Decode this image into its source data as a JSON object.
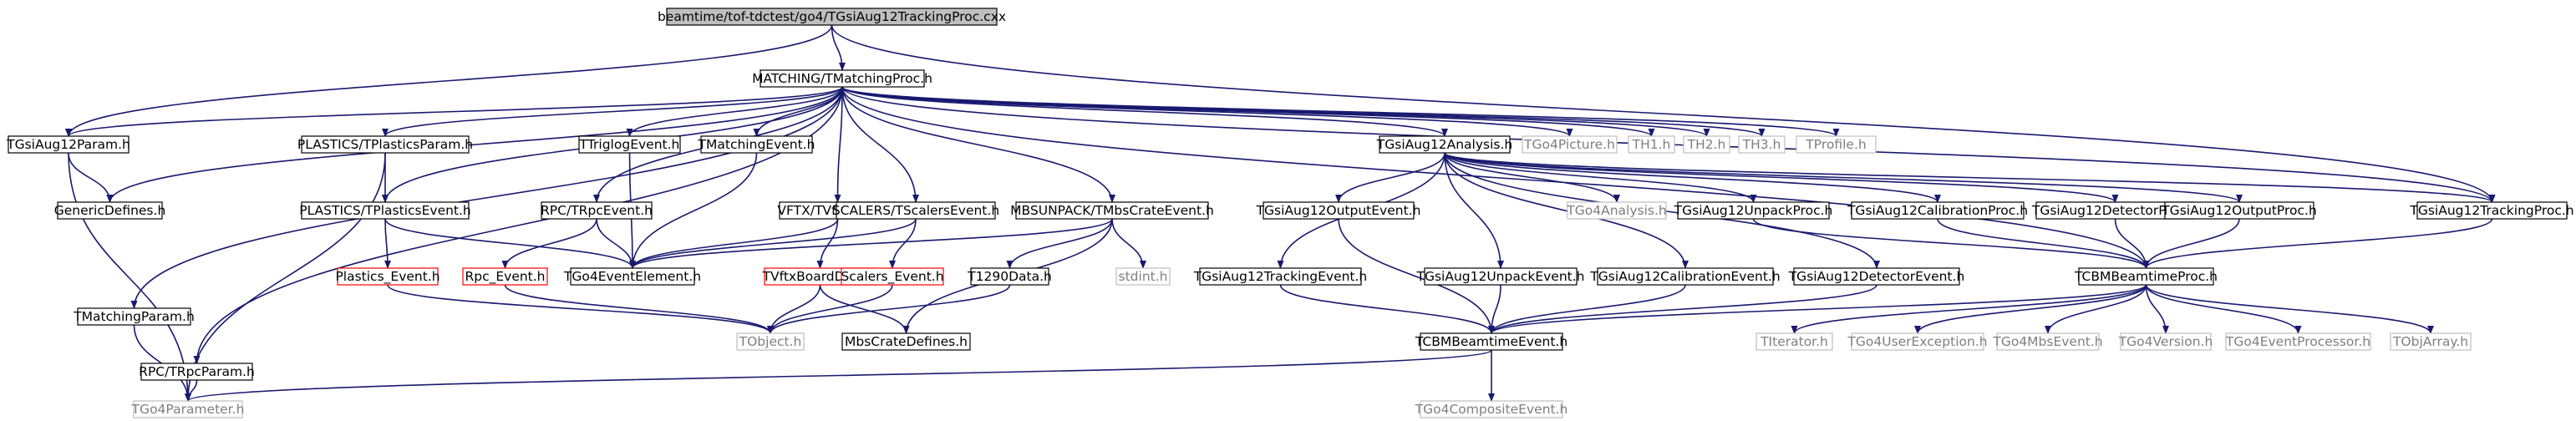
{
  "colors": {
    "edge": "#191970",
    "box_border": "#000000",
    "box_border_gray": "#bfbfbf",
    "box_border_red": "#ff0000",
    "root_fill": "#bfbfbf",
    "text": "#000000",
    "text_gray": "#7f7f7f"
  },
  "nodes": [
    {
      "id": "root",
      "label": "beamtime/tof-tdctest/go4/TGsiAug12TrackingProc.cxx",
      "style": "root"
    },
    {
      "id": "matching_proc",
      "label": "MATCHING/TMatchingProc.h",
      "style": "normal"
    },
    {
      "id": "tgsiaug12param",
      "label": "TGsiAug12Param.h",
      "style": "normal"
    },
    {
      "id": "tgsiaug12trackingproc",
      "label": "TGsiAug12TrackingProc.h",
      "style": "normal"
    },
    {
      "id": "genericdefines",
      "label": "GenericDefines.h",
      "style": "normal"
    },
    {
      "id": "tgo4parameter",
      "label": "TGo4Parameter.h",
      "style": "gray"
    },
    {
      "id": "tmatchingparam",
      "label": "TMatchingParam.h",
      "style": "normal"
    },
    {
      "id": "rpc_trpcparam",
      "label": "RPC/TRpcParam.h",
      "style": "normal"
    },
    {
      "id": "plastics_tplasticsparam",
      "label": "PLASTICS/TPlasticsParam.h",
      "style": "normal"
    },
    {
      "id": "plastics_tplasticsevent",
      "label": "PLASTICS/TPlasticsEvent.h",
      "style": "normal"
    },
    {
      "id": "plastics_event",
      "label": "Plastics_Event.h",
      "style": "red"
    },
    {
      "id": "tgo4eventelement",
      "label": "TGo4EventElement.h",
      "style": "normal"
    },
    {
      "id": "ttriglogevent",
      "label": "TTriglogEvent.h",
      "style": "normal"
    },
    {
      "id": "tmatchingevent",
      "label": "TMatchingEvent.h",
      "style": "normal"
    },
    {
      "id": "rpc_trpcevent",
      "label": "RPC/TRpcEvent.h",
      "style": "normal"
    },
    {
      "id": "rpc_event",
      "label": "Rpc_Event.h",
      "style": "red"
    },
    {
      "id": "vftx_tvftxevent",
      "label": "VFTX/TVftxEvent.h",
      "style": "normal"
    },
    {
      "id": "tvftxboarddata",
      "label": "TVftxBoardData.h",
      "style": "red"
    },
    {
      "id": "scalers_tscalersevent",
      "label": "SCALERS/TScalersEvent.h",
      "style": "normal"
    },
    {
      "id": "scalers_event",
      "label": "Scalers_Event.h",
      "style": "red"
    },
    {
      "id": "mbsunpack",
      "label": "MBSUNPACK/TMbsCrateEvent.h",
      "style": "normal"
    },
    {
      "id": "t1290data",
      "label": "T1290Data.h",
      "style": "normal"
    },
    {
      "id": "stdint",
      "label": "stdint.h",
      "style": "gray"
    },
    {
      "id": "tobject",
      "label": "TObject.h",
      "style": "gray"
    },
    {
      "id": "mbscratedefines",
      "label": "MbsCrateDefines.h",
      "style": "normal"
    },
    {
      "id": "tgsiaug12analysis",
      "label": "TGsiAug12Analysis.h",
      "style": "normal"
    },
    {
      "id": "tgo4picture",
      "label": "TGo4Picture.h",
      "style": "gray"
    },
    {
      "id": "th1",
      "label": "TH1.h",
      "style": "gray"
    },
    {
      "id": "th2",
      "label": "TH2.h",
      "style": "gray"
    },
    {
      "id": "th3",
      "label": "TH3.h",
      "style": "gray"
    },
    {
      "id": "tprofile",
      "label": "TProfile.h",
      "style": "gray"
    },
    {
      "id": "tgsiaug12trackingevent",
      "label": "TGsiAug12TrackingEvent.h",
      "style": "normal"
    },
    {
      "id": "tgsiaug12outputevent",
      "label": "TGsiAug12OutputEvent.h",
      "style": "normal"
    },
    {
      "id": "tgsiaug12unpackevent",
      "label": "TGsiAug12UnpackEvent.h",
      "style": "normal"
    },
    {
      "id": "tgo4analysis",
      "label": "TGo4Analysis.h",
      "style": "gray"
    },
    {
      "id": "tgsiaug12calibrationevent",
      "label": "TGsiAug12CalibrationEvent.h",
      "style": "normal"
    },
    {
      "id": "tgsiaug12unpackproc",
      "label": "TGsiAug12UnpackProc.h",
      "style": "normal"
    },
    {
      "id": "tgsiaug12detectorevent",
      "label": "TGsiAug12DetectorEvent.h",
      "style": "normal"
    },
    {
      "id": "tgsiaug12calibrationproc",
      "label": "TGsiAug12CalibrationProc.h",
      "style": "normal"
    },
    {
      "id": "tgsiaug12detectorproc",
      "label": "TGsiAug12DetectorProc.h",
      "style": "normal"
    },
    {
      "id": "tgsiaug12outputproc",
      "label": "TGsiAug12OutputProc.h",
      "style": "normal"
    },
    {
      "id": "tcbmbeamtimeproc",
      "label": "TCBMBeamtimeProc.h",
      "style": "normal"
    },
    {
      "id": "tcbmbeamtimeevent",
      "label": "TCBMBeamtimeEvent.h",
      "style": "normal"
    },
    {
      "id": "tgo4compositeevent",
      "label": "TGo4CompositeEvent.h",
      "style": "gray"
    },
    {
      "id": "titerator",
      "label": "TIterator.h",
      "style": "gray"
    },
    {
      "id": "tgo4userexception",
      "label": "TGo4UserException.h",
      "style": "gray"
    },
    {
      "id": "tgo4mbsevent",
      "label": "TGo4MbsEvent.h",
      "style": "gray"
    },
    {
      "id": "tgo4version",
      "label": "TGo4Version.h",
      "style": "gray"
    },
    {
      "id": "tgo4eventprocessor",
      "label": "TGo4EventProcessor.h",
      "style": "gray"
    },
    {
      "id": "tobjarray",
      "label": "TObjArray.h",
      "style": "gray"
    }
  ],
  "edges": [
    [
      "root",
      "matching_proc"
    ],
    [
      "root",
      "tgsiaug12param"
    ],
    [
      "root",
      "tgsiaug12trackingproc"
    ],
    [
      "matching_proc",
      "tgsiaug12param"
    ],
    [
      "matching_proc",
      "genericdefines"
    ],
    [
      "matching_proc",
      "tmatchingparam"
    ],
    [
      "matching_proc",
      "rpc_trpcparam"
    ],
    [
      "matching_proc",
      "plastics_tplasticsparam"
    ],
    [
      "matching_proc",
      "plastics_tplasticsevent"
    ],
    [
      "matching_proc",
      "ttriglogevent"
    ],
    [
      "matching_proc",
      "tmatchingevent"
    ],
    [
      "matching_proc",
      "rpc_trpcevent"
    ],
    [
      "matching_proc",
      "vftx_tvftxevent"
    ],
    [
      "matching_proc",
      "scalers_tscalersevent"
    ],
    [
      "matching_proc",
      "mbsunpack"
    ],
    [
      "matching_proc",
      "tgsiaug12analysis"
    ],
    [
      "matching_proc",
      "tgo4picture"
    ],
    [
      "matching_proc",
      "th1"
    ],
    [
      "matching_proc",
      "th2"
    ],
    [
      "matching_proc",
      "th3"
    ],
    [
      "matching_proc",
      "tprofile"
    ],
    [
      "matching_proc",
      "tgsiaug12trackingproc"
    ],
    [
      "matching_proc",
      "tcbmbeamtimeproc"
    ],
    [
      "tgsiaug12param",
      "genericdefines"
    ],
    [
      "tgsiaug12param",
      "tgo4parameter"
    ],
    [
      "tmatchingparam",
      "tgo4parameter"
    ],
    [
      "rpc_trpcparam",
      "tgo4parameter"
    ],
    [
      "plastics_tplasticsparam",
      "plastics_tplasticsevent"
    ],
    [
      "plastics_tplasticsparam",
      "tgo4parameter"
    ],
    [
      "plastics_tplasticsevent",
      "plastics_event"
    ],
    [
      "plastics_tplasticsevent",
      "tgo4eventelement"
    ],
    [
      "plastics_event",
      "tobject"
    ],
    [
      "ttriglogevent",
      "tgo4eventelement"
    ],
    [
      "tmatchingevent",
      "tgo4eventelement"
    ],
    [
      "rpc_trpcevent",
      "rpc_event"
    ],
    [
      "rpc_trpcevent",
      "tgo4eventelement"
    ],
    [
      "rpc_event",
      "tobject"
    ],
    [
      "vftx_tvftxevent",
      "tvftxboarddata"
    ],
    [
      "vftx_tvftxevent",
      "tgo4eventelement"
    ],
    [
      "tvftxboarddata",
      "tobject"
    ],
    [
      "tvftxboarddata",
      "mbscratedefines"
    ],
    [
      "scalers_tscalersevent",
      "scalers_event"
    ],
    [
      "scalers_tscalersevent",
      "tgo4eventelement"
    ],
    [
      "scalers_event",
      "tobject"
    ],
    [
      "mbsunpack",
      "tgo4eventelement"
    ],
    [
      "mbsunpack",
      "t1290data"
    ],
    [
      "mbsunpack",
      "stdint"
    ],
    [
      "mbsunpack",
      "mbscratedefines"
    ],
    [
      "t1290data",
      "tobject"
    ],
    [
      "tgsiaug12analysis",
      "tgsiaug12trackingevent"
    ],
    [
      "tgsiaug12analysis",
      "tgsiaug12outputevent"
    ],
    [
      "tgsiaug12analysis",
      "tgsiaug12unpackevent"
    ],
    [
      "tgsiaug12analysis",
      "tgo4analysis"
    ],
    [
      "tgsiaug12analysis",
      "tgsiaug12calibrationevent"
    ],
    [
      "tgsiaug12analysis",
      "tgsiaug12unpackproc"
    ],
    [
      "tgsiaug12analysis",
      "tgsiaug12detectorevent"
    ],
    [
      "tgsiaug12analysis",
      "tgsiaug12calibrationproc"
    ],
    [
      "tgsiaug12analysis",
      "tgsiaug12detectorproc"
    ],
    [
      "tgsiaug12analysis",
      "tgsiaug12outputproc"
    ],
    [
      "tgsiaug12analysis",
      "tgsiaug12trackingproc"
    ],
    [
      "tgsiaug12trackingevent",
      "tcbmbeamtimeevent"
    ],
    [
      "tgsiaug12outputevent",
      "tcbmbeamtimeevent"
    ],
    [
      "tgsiaug12unpackevent",
      "tcbmbeamtimeevent"
    ],
    [
      "tgsiaug12calibrationevent",
      "tcbmbeamtimeevent"
    ],
    [
      "tgsiaug12detectorevent",
      "tcbmbeamtimeevent"
    ],
    [
      "tgsiaug12unpackproc",
      "tcbmbeamtimeproc"
    ],
    [
      "tgsiaug12calibrationproc",
      "tcbmbeamtimeproc"
    ],
    [
      "tgsiaug12detectorproc",
      "tcbmbeamtimeproc"
    ],
    [
      "tgsiaug12outputproc",
      "tcbmbeamtimeproc"
    ],
    [
      "tgsiaug12trackingproc",
      "tcbmbeamtimeproc"
    ],
    [
      "tcbmbeamtimeproc",
      "tcbmbeamtimeevent"
    ],
    [
      "tcbmbeamtimeproc",
      "titerator"
    ],
    [
      "tcbmbeamtimeproc",
      "tgo4userexception"
    ],
    [
      "tcbmbeamtimeproc",
      "tgo4mbsevent"
    ],
    [
      "tcbmbeamtimeproc",
      "tgo4version"
    ],
    [
      "tcbmbeamtimeproc",
      "tgo4eventprocessor"
    ],
    [
      "tcbmbeamtimeproc",
      "tobjarray"
    ],
    [
      "tcbmbeamtimeevent",
      "tgo4parameter"
    ],
    [
      "tcbmbeamtimeevent",
      "tgo4compositeevent"
    ]
  ]
}
